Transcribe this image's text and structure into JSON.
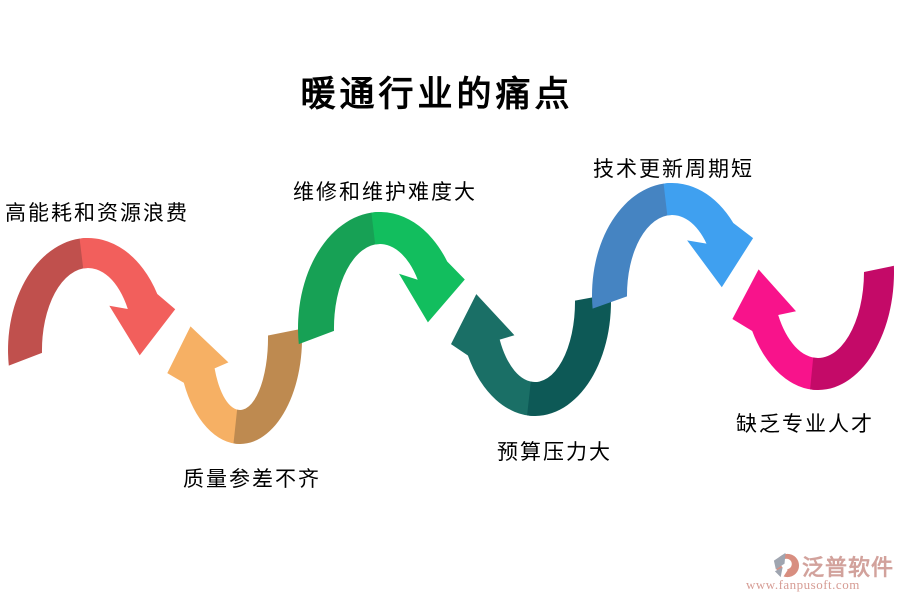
{
  "title": "暖通行业的痛点",
  "arrows": [
    {
      "id": "red",
      "label": "高能耗和资源浪费",
      "shape": "arch",
      "color_left": "#C0504D",
      "color_right": "#F25F5C"
    },
    {
      "id": "orange",
      "label": "质量参差不齐",
      "shape": "valley",
      "color_left": "#F6B064",
      "color_right": "#BE8A50"
    },
    {
      "id": "green",
      "label": "维修和维护难度大",
      "shape": "arch",
      "color_left": "#17A155",
      "color_right": "#12BE5E"
    },
    {
      "id": "teal",
      "label": "预算压力大",
      "shape": "valley",
      "color_left": "#1A6F66",
      "color_right": "#0D5956"
    },
    {
      "id": "blue",
      "label": "技术更新周期短",
      "shape": "arch",
      "color_left": "#4584C2",
      "color_right": "#3FA0F0"
    },
    {
      "id": "pink",
      "label": "缺乏专业人才",
      "shape": "valley",
      "color_left": "#F8138B",
      "color_right": "#C40A68"
    }
  ],
  "logo": {
    "name": "泛普软件",
    "url": "www.fanpusoft.com",
    "name_color": "#D2A29C",
    "url_color": "#D69C94",
    "icon_gray": "#9FA5B0",
    "icon_salmon": "#D88E80"
  },
  "background": "#FFFFFF",
  "title_color": "#000000",
  "label_color": "#000000"
}
